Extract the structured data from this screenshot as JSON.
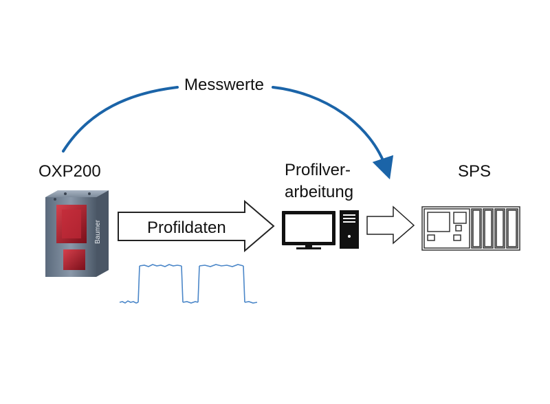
{
  "labels": {
    "measurements": "Messwerte",
    "sensor": "OXP200",
    "processing_line1": "Profilver-",
    "processing_line2": "arbeitung",
    "plc": "SPS",
    "profile_data": "Profildaten"
  },
  "sensor_brand": "Baumer",
  "colors": {
    "arc": "#1b64a8",
    "signal": "#4a86c8",
    "outline": "#222222",
    "sensor_body": "#6f7f92",
    "sensor_window": "#b01e2c"
  },
  "icons": [
    "sensor-device-icon",
    "computer-monitor-icon",
    "computer-tower-icon",
    "plc-rack-icon"
  ]
}
